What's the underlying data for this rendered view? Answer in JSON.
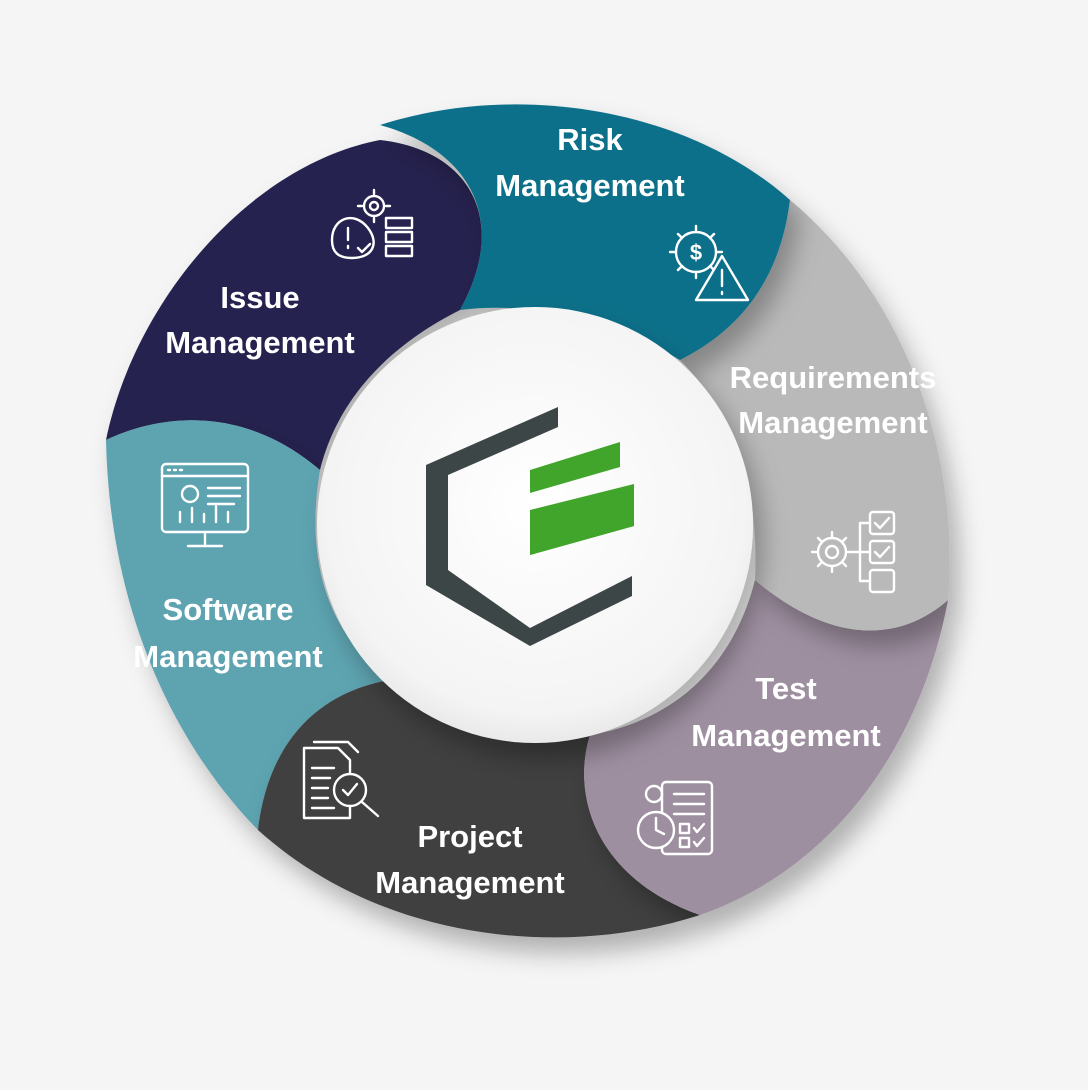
{
  "colors": {
    "background": "#f5f5f5",
    "risk": "#0b6f8a",
    "requirements": "#b9b9b9",
    "test": "#9e8fa0",
    "project": "#3f3f3f",
    "software": "#5da3b0",
    "issue": "#252450",
    "logo_dark": "#3d4647",
    "logo_green": "#41a52b"
  },
  "segments": [
    {
      "id": "risk",
      "line1": "Risk",
      "line2": "Management",
      "icon": "dollar-gear-warning-icon"
    },
    {
      "id": "requirements",
      "line1": "Requirements",
      "line2": "Management",
      "icon": "gear-checklist-icon"
    },
    {
      "id": "test",
      "line1": "Test",
      "line2": "Management",
      "icon": "clock-checklist-icon"
    },
    {
      "id": "project",
      "line1": "Project",
      "line2": "Management",
      "icon": "document-magnifier-icon"
    },
    {
      "id": "software",
      "line1": "Software",
      "line2": "Management",
      "icon": "monitor-dashboard-icon"
    },
    {
      "id": "issue",
      "line1": "Issue",
      "line2": "Management",
      "icon": "warning-gear-list-icon"
    }
  ],
  "center_logo": {
    "icon": "hexagon-e-logo-icon"
  }
}
